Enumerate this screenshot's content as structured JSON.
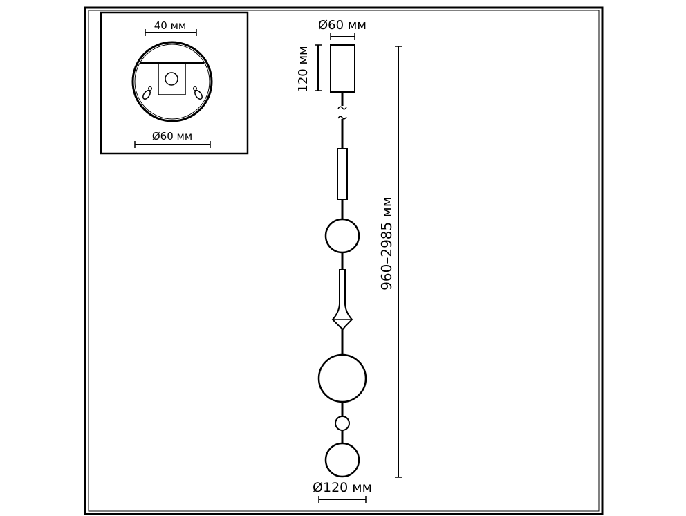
{
  "inset": {
    "top_width_label": "40 мм",
    "bottom_diameter_label": "Ø60 мм"
  },
  "canopy": {
    "diameter_label": "Ø60 мм",
    "height_label": "120 мм"
  },
  "fixture": {
    "total_height_label": "960–2985 мм",
    "globe_diameter_label": "Ø120 мм"
  }
}
